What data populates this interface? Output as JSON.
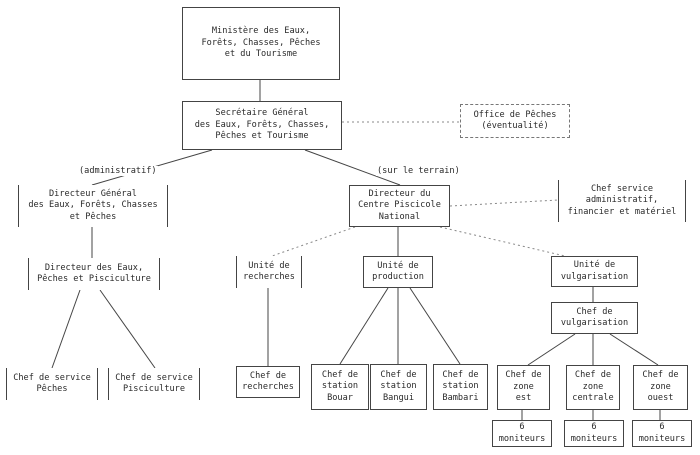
{
  "nodes": {
    "ministere": "Ministère des Eaux,\nForêts, Chasses, Pêches\net du Tourisme",
    "secretaire": "Secrétaire Général\ndes Eaux, Forêts, Chasses,\nPêches et Tourisme",
    "office": "Office de Pêches\n(éventualité)",
    "dg": "Directeur Général\ndes Eaux, Forêts, Chasses\net Pêches",
    "dir_eaux": "Directeur des Eaux,\nPêches et Pisciculture",
    "chef_peches": "Chef de service\nPêches",
    "chef_pisc": "Chef de service\nPisciculture",
    "dir_centre": "Directeur du\nCentre Piscicole\nNational",
    "chef_admin": "Chef service\nadministratif,\nfinancier et matériel",
    "unite_rech": "Unité de\nrecherches",
    "chef_rech": "Chef de\nrecherches",
    "unite_prod": "Unité de\nproduction",
    "st_bouar": "Chef de\nstation\nBouar",
    "st_bangui": "Chef de\nstation\nBangui",
    "st_bambari": "Chef de\nstation\nBambari",
    "unite_vulg": "Unité de\nvulgarisation",
    "chef_vulg": "Chef de\nvulgarisation",
    "zone_est": "Chef de\nzone\nest",
    "zone_centrale": "Chef de\nzone\ncentrale",
    "zone_ouest": "Chef de\nzone\nouest",
    "mon_est": "6\nmoniteurs",
    "mon_centrale": "6\nmoniteurs",
    "mon_ouest": "6\nmoniteurs"
  },
  "labels": {
    "administratif": "(administratif)",
    "terrain": "(sur le terrain)"
  }
}
